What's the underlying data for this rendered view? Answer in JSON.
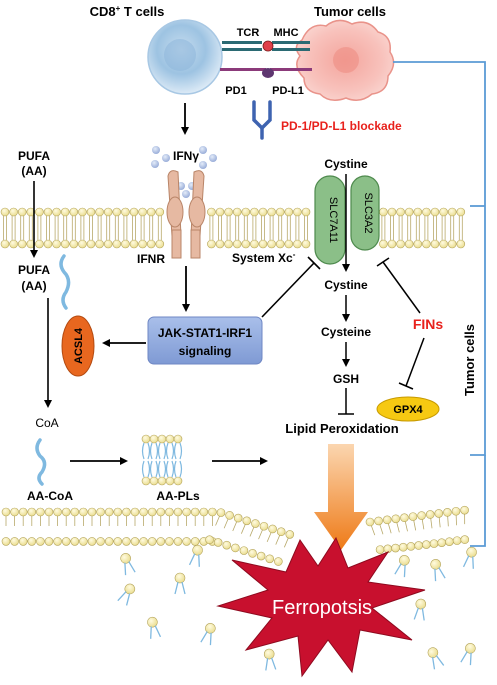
{
  "labels": {
    "cd8": "CD8",
    "cd8_sup": "+",
    "t_cells": " T cells",
    "tumor_cells_top": "Tumor cells",
    "tcr": "TCR",
    "mhc": "MHC",
    "pd1": "PD1",
    "pdl1": "PD-L1",
    "blockade": "PD-1/PD-L1 blockade",
    "ifng": "IFNγ",
    "ifnr": "IFNR",
    "pufa_top_1": "PUFA",
    "pufa_top_2": "(AA)",
    "pufa_mid_1": "PUFA",
    "pufa_mid_2": "(AA)",
    "acsl4": "ACSL4",
    "coa": "CoA",
    "aa_coa": "AA-CoA",
    "aa_pls": "AA-PLs",
    "cystine_top": "Cystine",
    "slc7a11": "SLC7A11",
    "slc3a2": "SLC3A2",
    "system_xc": "System Xc",
    "system_xc_sup": "-",
    "cystine_mid": "Cystine",
    "cysteine": "Cysteine",
    "gsh": "GSH",
    "fins": "FINs",
    "gpx4": "GPX4",
    "jak_1": "JAK-STAT1-IRF1",
    "jak_2": "signaling",
    "lipid_perox": "Lipid Peroxidation",
    "tumor_cells_side": "Tumor cells",
    "ferroptosis": "Ferropotsis"
  },
  "colors": {
    "red_text": "#e8211c",
    "bracket": "#5b9bd5",
    "jak_box": "#8fa9df",
    "acsl4": "#e8671f",
    "gpx4": "#f6c912",
    "transporter": "#8bbf88",
    "membrane_head": "#f3e9a6",
    "t_cell": "#cfe3f3",
    "tumor_cell": "#f7b9b3",
    "burst": "#c8102e",
    "antibody": "#3e63b0",
    "ifnr": "#e6b9a2",
    "big_arrow": "#f08020"
  }
}
